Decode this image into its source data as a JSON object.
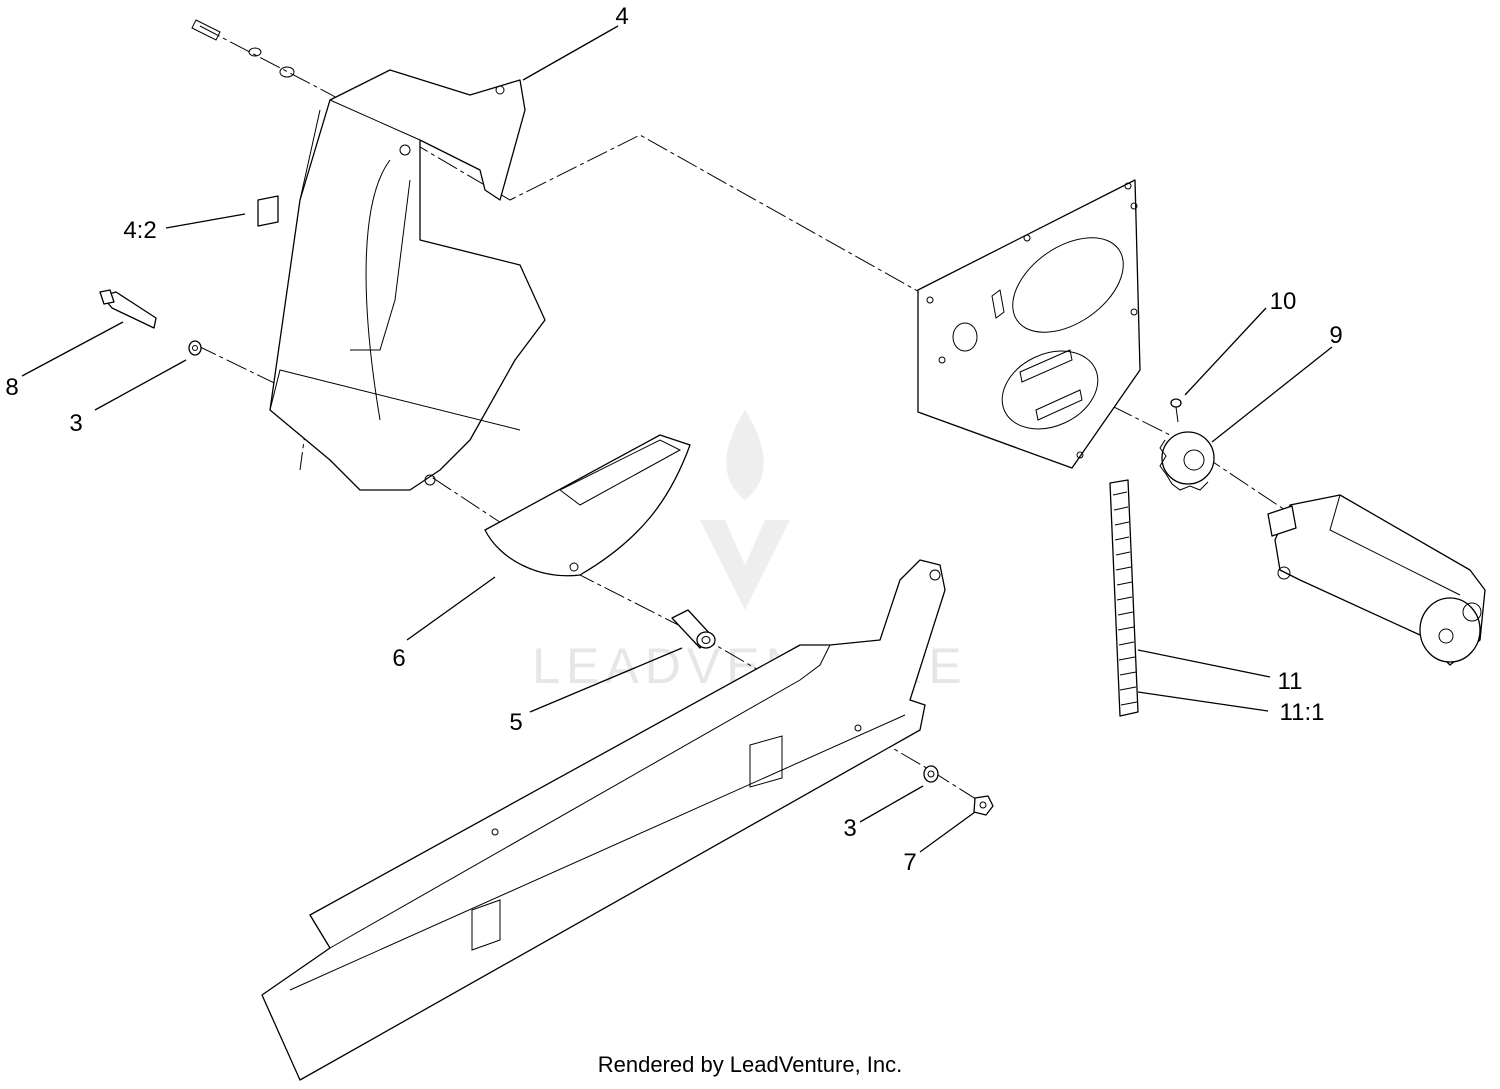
{
  "watermark": {
    "text": "LEADVENTURE",
    "color": "#e6e6e6"
  },
  "footer": {
    "text": "Rendered by LeadVenture, Inc."
  },
  "callouts": {
    "c4": "4",
    "c4_2": "4:2",
    "c8": "8",
    "c3_top": "3",
    "c6": "6",
    "c5": "5",
    "c10": "10",
    "c9": "9",
    "c11": "11",
    "c11_1": "11:1",
    "c3_bottom": "3",
    "c7": "7"
  }
}
